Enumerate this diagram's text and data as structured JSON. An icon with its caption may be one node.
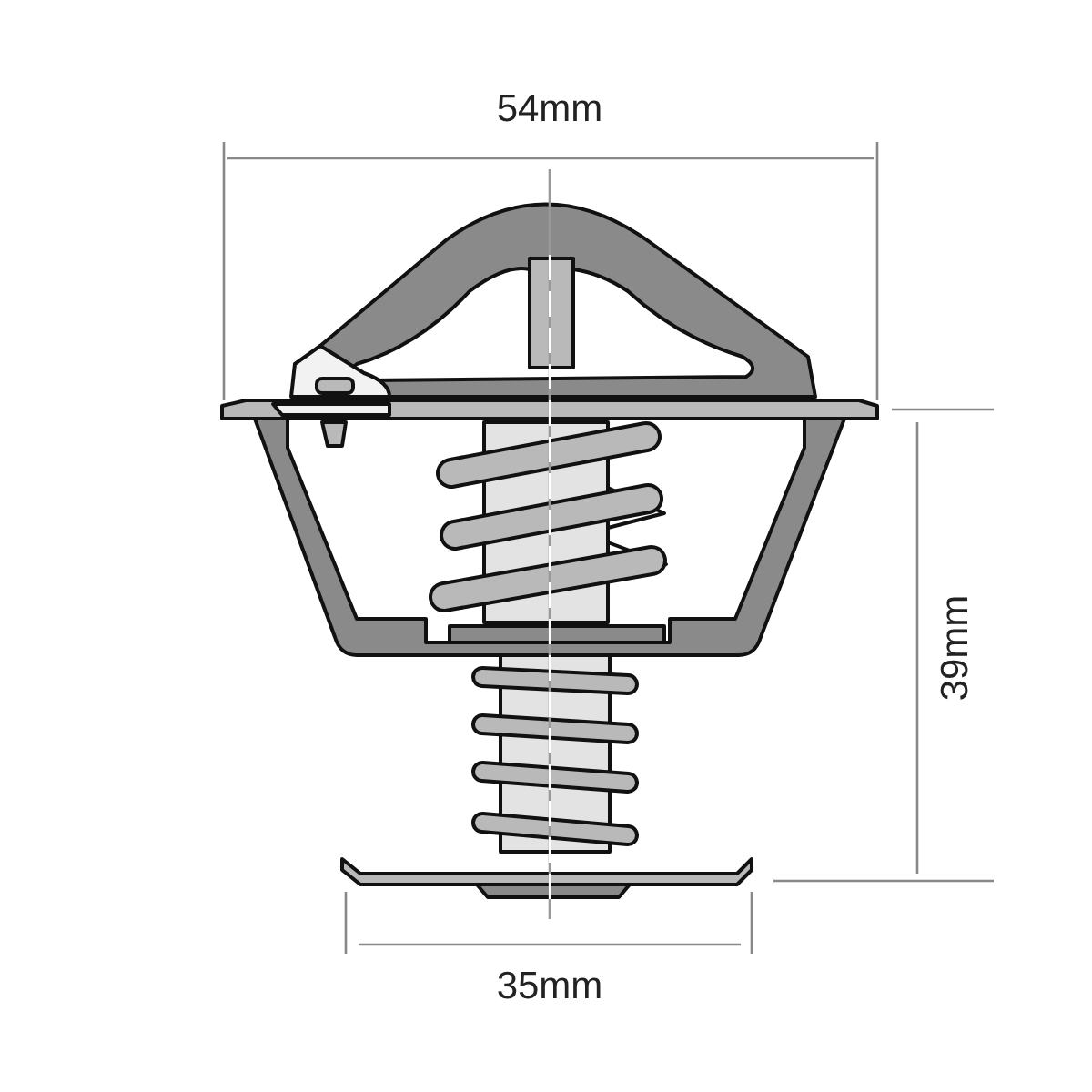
{
  "diagram": {
    "labels": [
      "54mm",
      "39mm",
      "35mm"
    ]
  }
}
